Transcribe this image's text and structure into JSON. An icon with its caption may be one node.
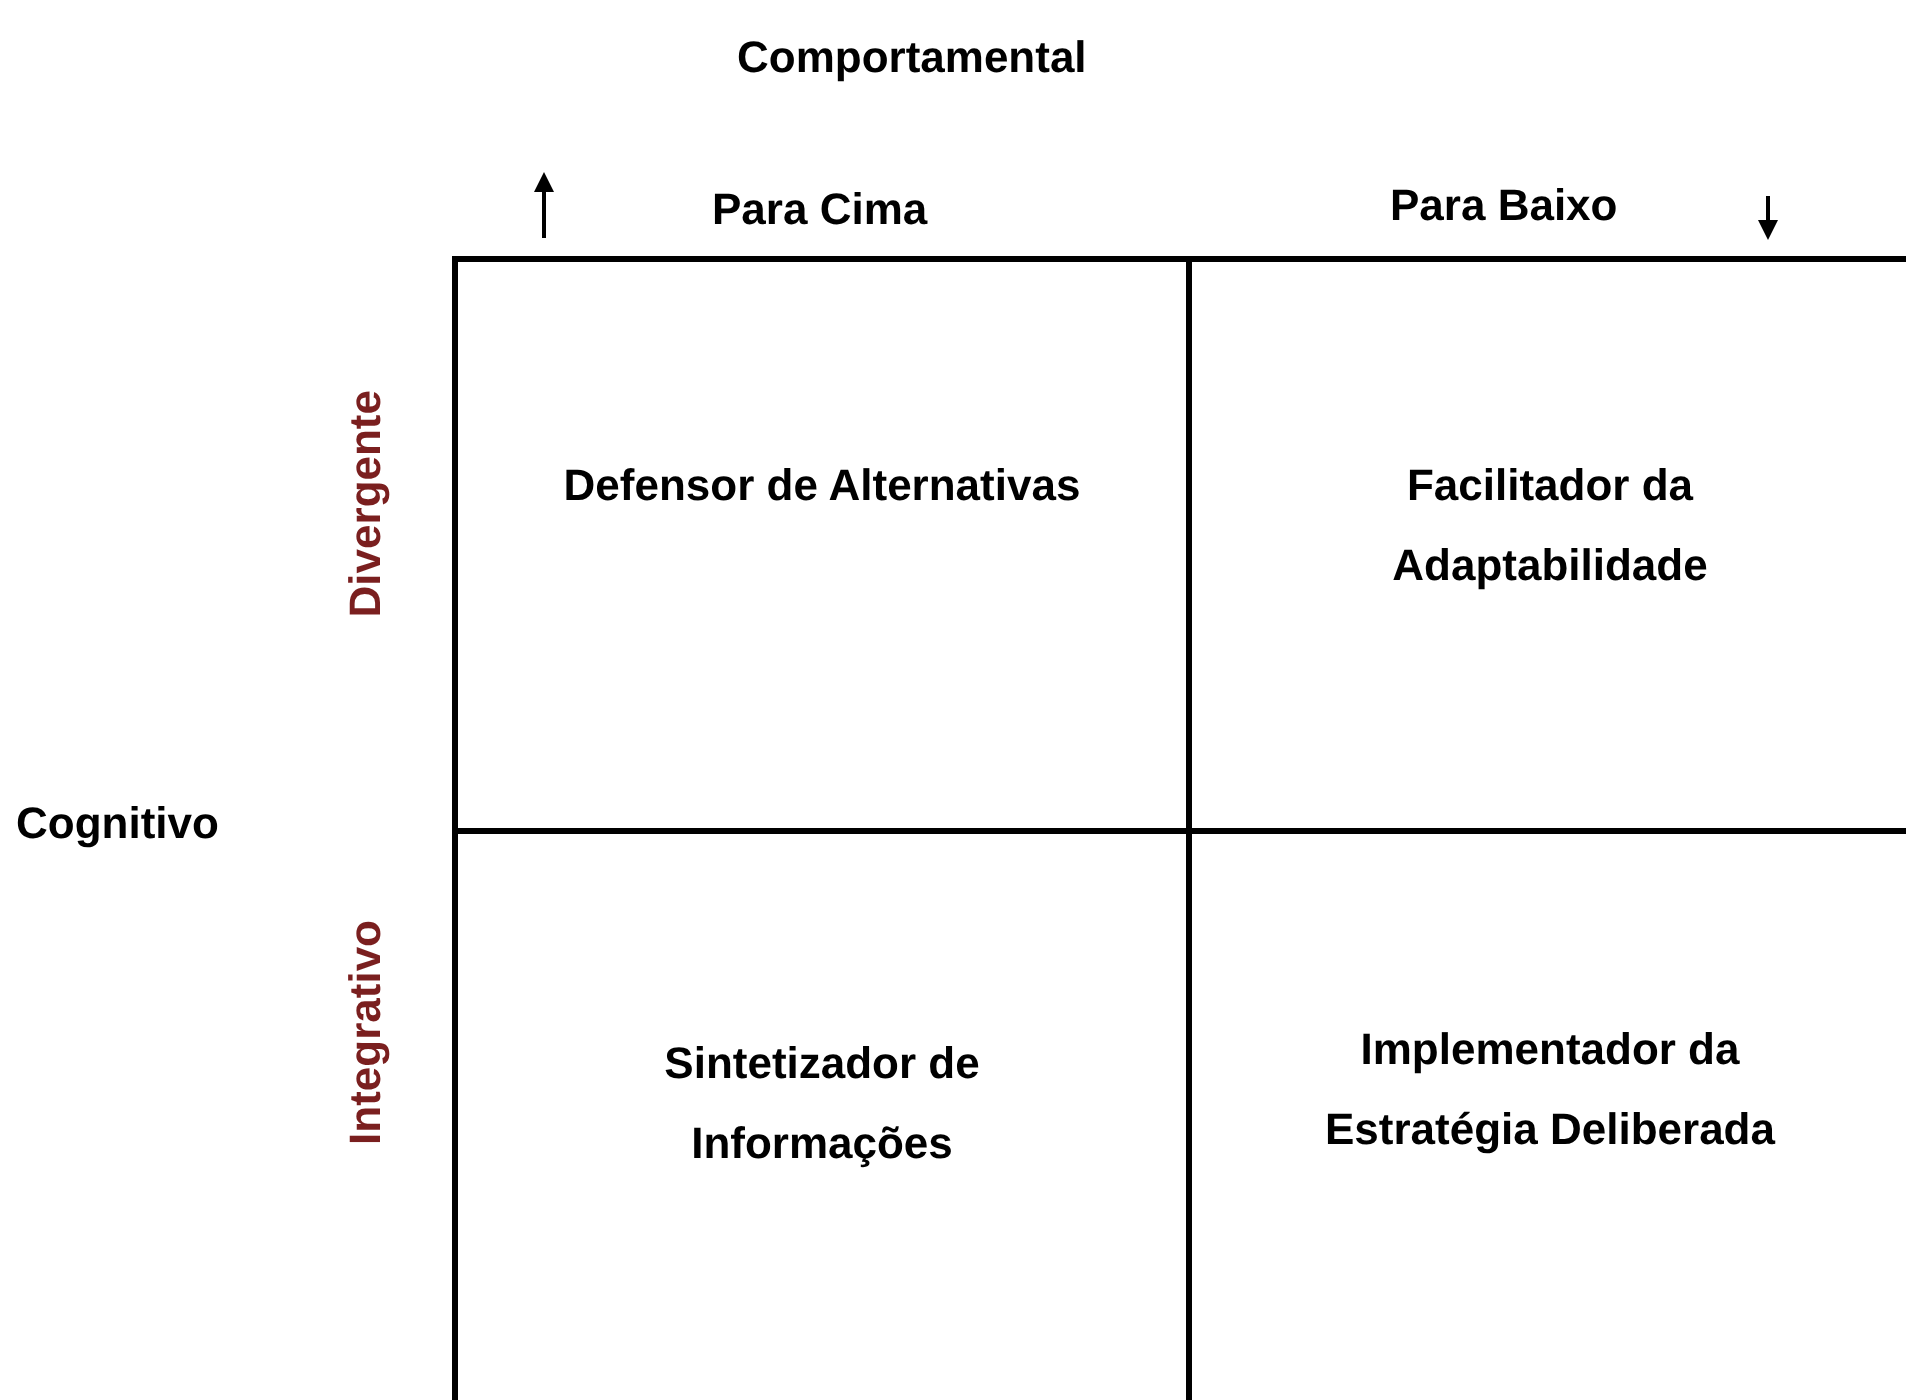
{
  "diagram": {
    "nodes": [
      {
        "text": [
          "Defensor de Alternativas"
        ]
      },
      {
        "text": [
          "Facilitador da Adaptabilidade"
        ]
      },
      {
        "text": [
          "Sintetizador de Informações"
        ]
      },
      {
        "text": [
          "Implementador da Estratégia Deliberada"
        ]
      }
    ],
    "labels": [
      "Comportamental",
      "Para Cima",
      "Para Baixo",
      "Divergente",
      "Cognitivo",
      "Integrativo"
    ]
  }
}
